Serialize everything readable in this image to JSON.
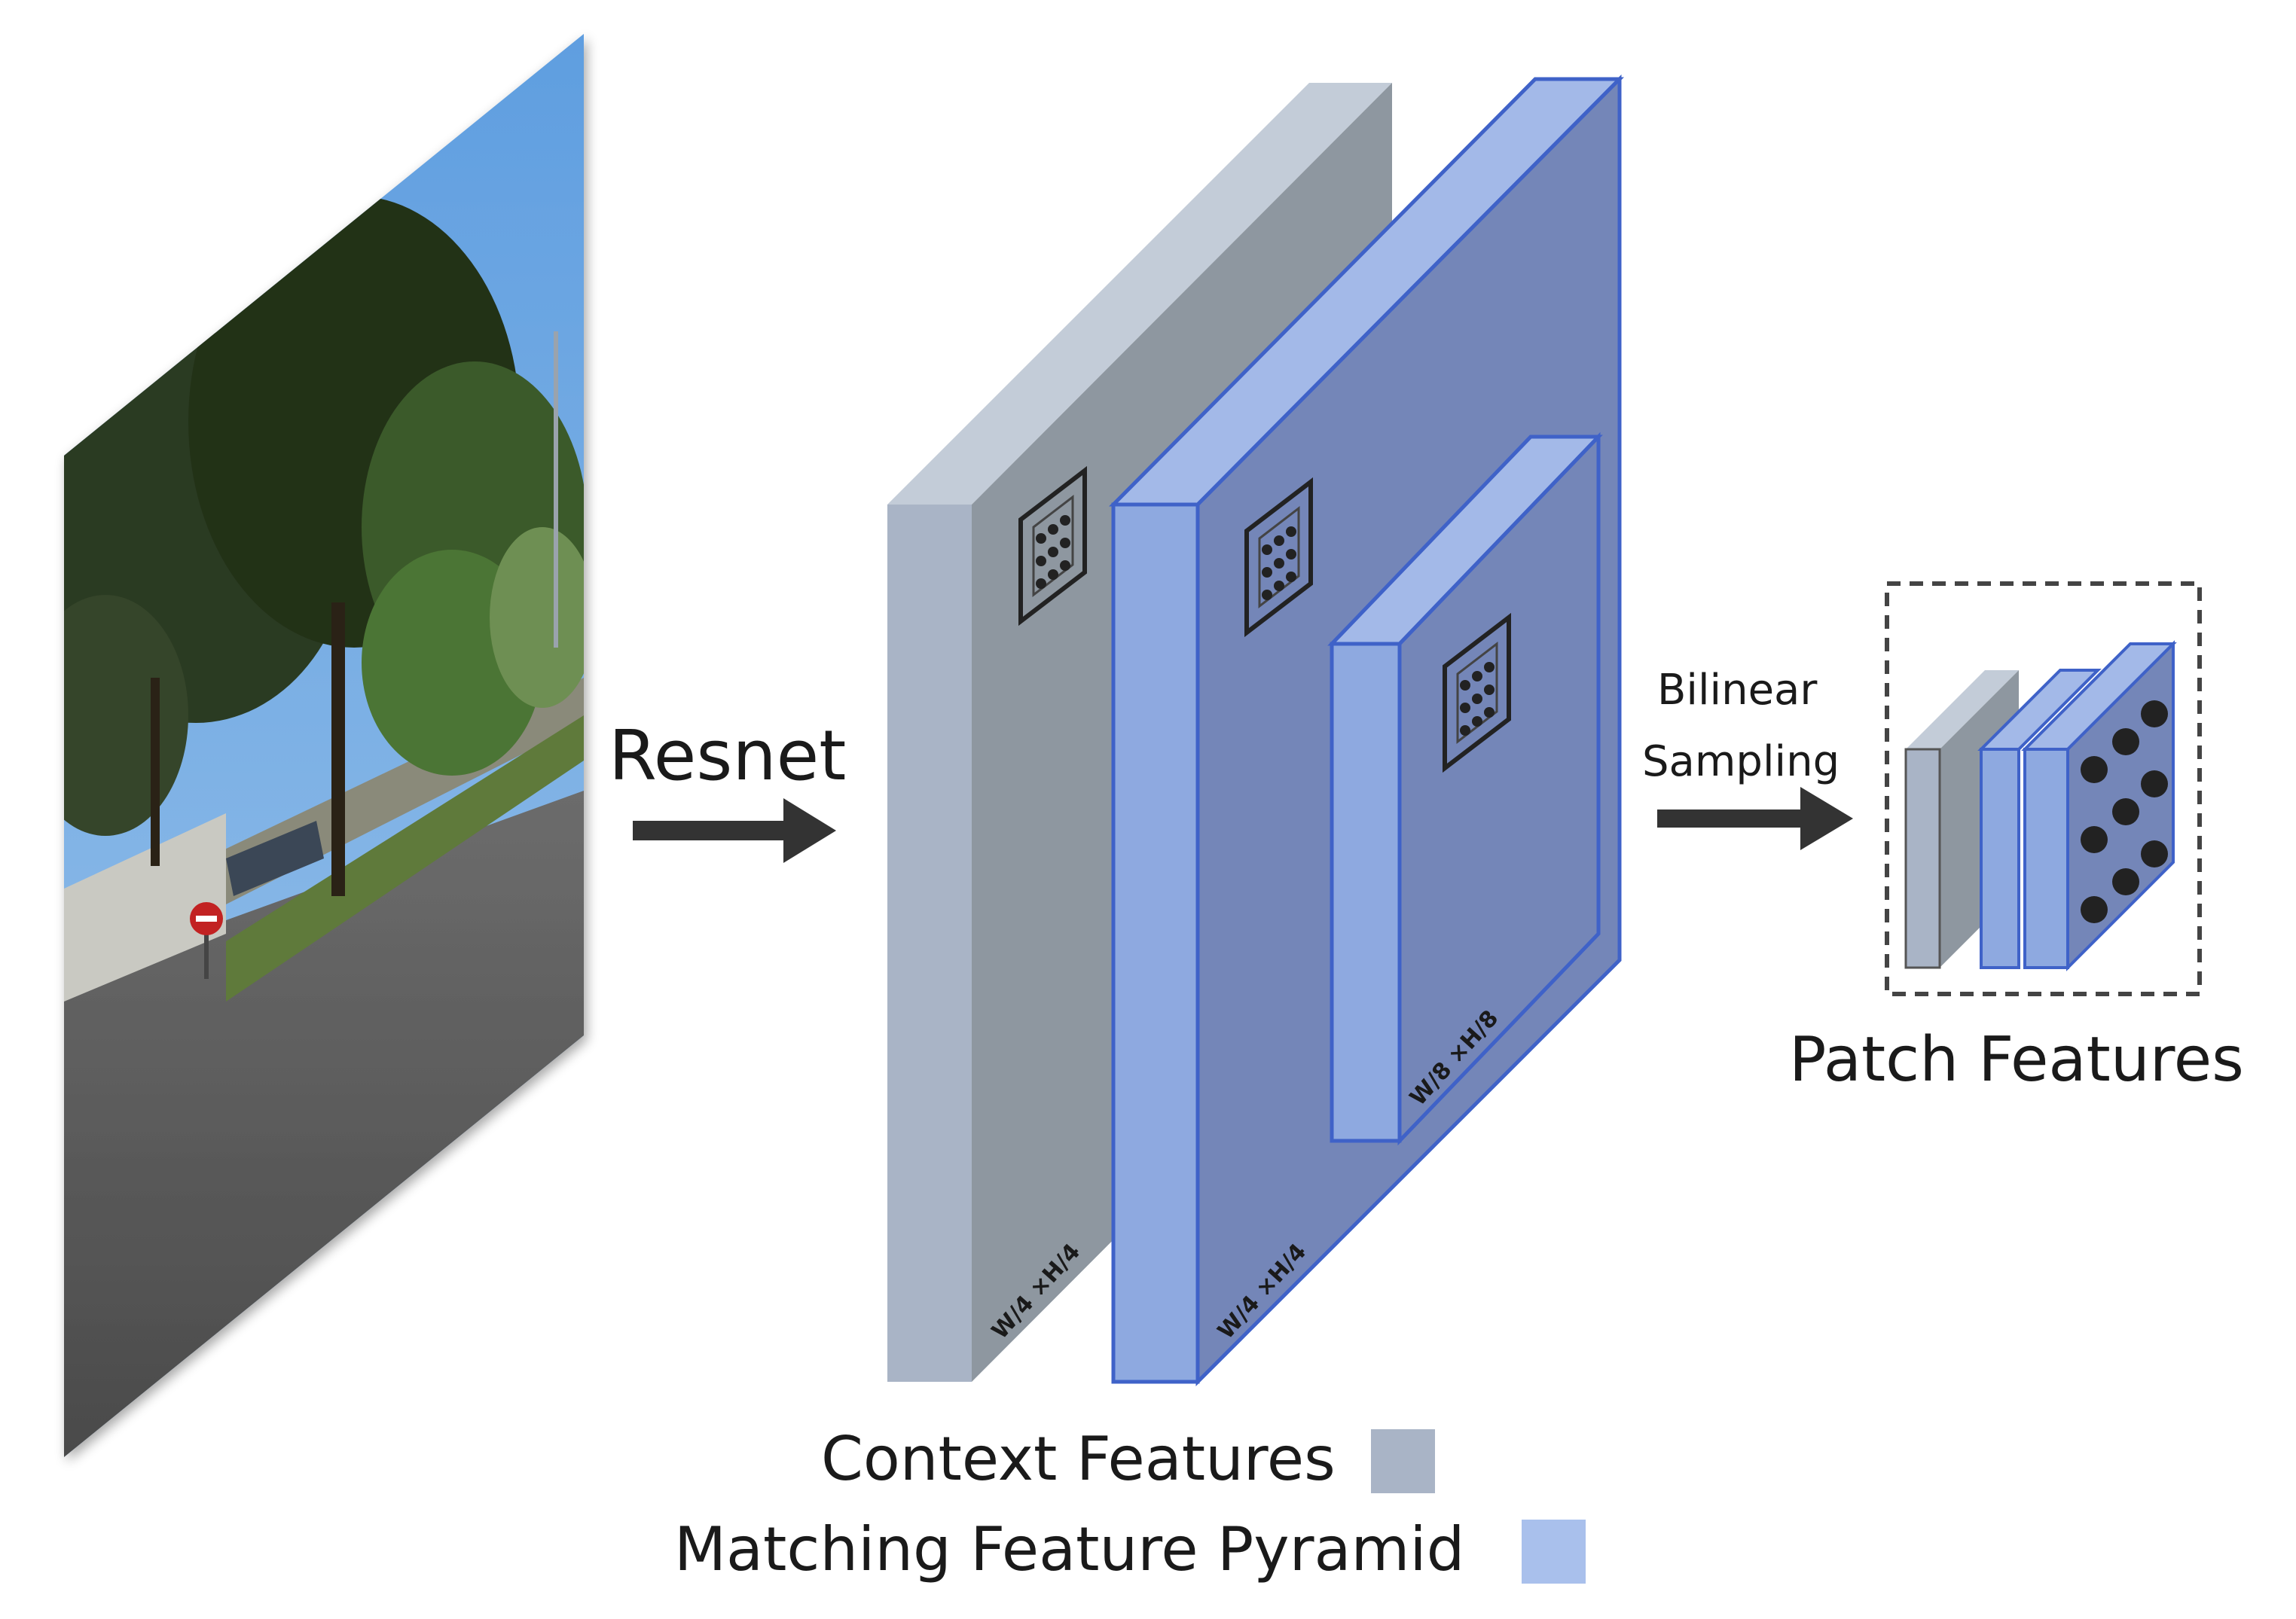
{
  "labels": {
    "resnet": "Resnet",
    "bilinear_line1": "Bilinear",
    "bilinear_line2": "Sampling",
    "patch_features": "Patch Features",
    "context_features": "Context Features",
    "matching_feature_pyramid": "Matching Feature Pyramid"
  },
  "dimensions": {
    "context": "W/4 ×H/4",
    "matching_large": "W/4 ×H/4",
    "matching_small": "W/8 ×H/8"
  },
  "colors": {
    "context_side": "#a9b4c6",
    "context_face": "#8e97a0",
    "context_top": "#c3ccd8",
    "match_side": "#8ea9e0",
    "match_face": "#7486b8",
    "match_top": "#a3b9e8",
    "match_edge": "#3f62c8",
    "arrow": "#333333",
    "legend_context": "#a9b4c6",
    "legend_matching": "#a9c0ec"
  },
  "icons": {
    "input_image": "street-scene-photo",
    "patch_grid": "dot-grid-icon",
    "arrow": "right-arrow-icon"
  }
}
